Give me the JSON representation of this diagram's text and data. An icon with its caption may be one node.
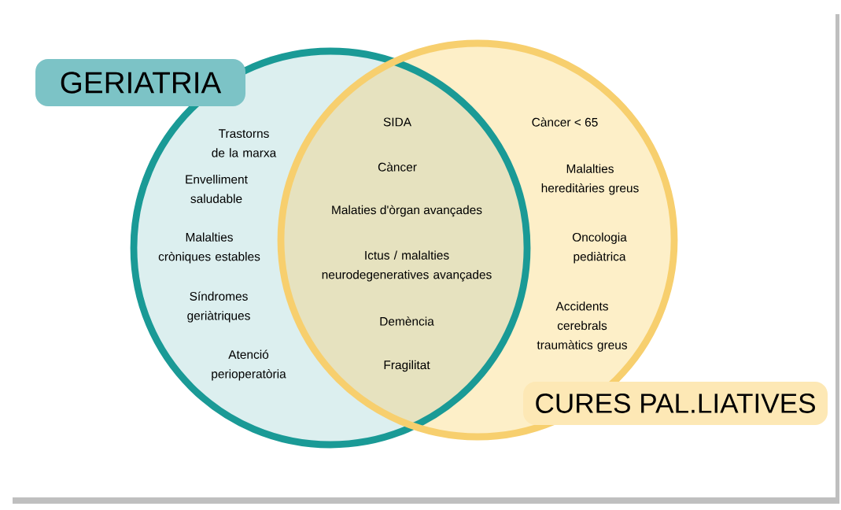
{
  "diagram": {
    "nodes": [
      {
        "text": [
          "GERIATRIA"
        ]
      },
      {
        "text": [],
        "shape": "circle"
      },
      {
        "text": [],
        "shape": "circle"
      },
      {
        "text": [
          "CURES PAL.LIATIVES"
        ]
      }
    ],
    "labels": [
      "Trastorns de la marxa",
      "Envelliment saludable",
      "Malalties cròniques estables",
      "Síndromes geriàtriques",
      "Atenció perioperatòria",
      "SIDA",
      "Càncer",
      "Malaties d'òrgan avançades",
      "Ictus / malalties neurodegeneratives avançades",
      "Demència",
      "Fragilitat",
      "Càncer < 65",
      "Malalties hereditàries greus",
      "Oncologia pediàtrica",
      "Accidents cerebrals traumàtics greus"
    ]
  }
}
